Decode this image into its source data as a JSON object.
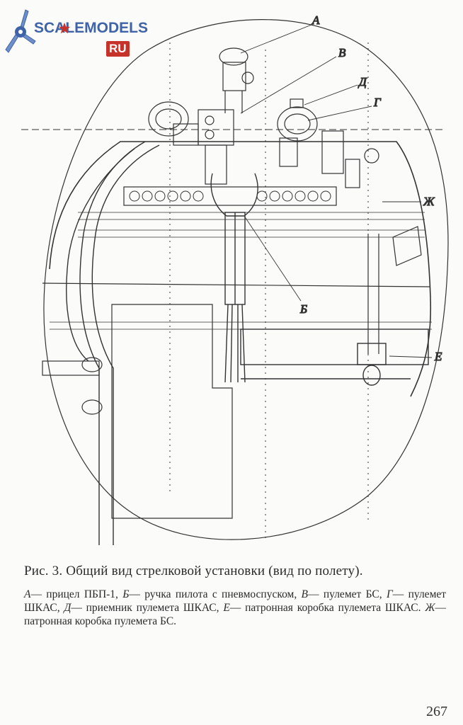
{
  "logo": {
    "text": "SCALEMODELS",
    "badge": "RU",
    "colors": {
      "blue": "#3f63a8",
      "red": "#c6332b"
    }
  },
  "figure": {
    "callouts": {
      "a": "А",
      "v": "В",
      "d": "Д",
      "g": "Г",
      "zh": "Ж",
      "b": "Б",
      "e": "Е"
    }
  },
  "caption": "Рис. 3. Общий вид стрелковой установки (вид по полету).",
  "legend": [
    {
      "key": "А",
      "text": "— прицел ПБП-1,"
    },
    {
      "key": "Б",
      "text": "— ручка пилота с пневмоспуском,"
    },
    {
      "key": "В",
      "text": "— пулемет БС,"
    },
    {
      "key": "Г",
      "text": "— пулемет ШКАС,"
    },
    {
      "key": "Д",
      "text": "— приемник пулемета ШКАС,"
    },
    {
      "key": "Е",
      "text": "— патронная коробка пулемета ШКАС."
    },
    {
      "key": "Ж",
      "text": "— патронная коробка пулемета БС."
    }
  ],
  "page_number": "267"
}
